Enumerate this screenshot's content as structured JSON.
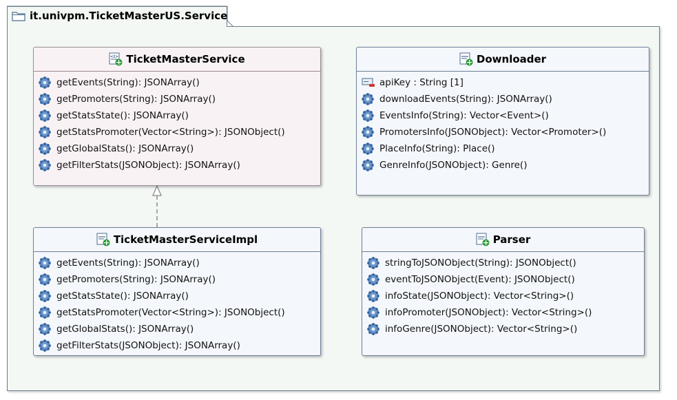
{
  "package": {
    "name": "it.univpm.TicketMasterUS.Service",
    "icon": "package-folder-icon"
  },
  "classes": {
    "ticket_master_service": {
      "name": "TicketMasterService",
      "kind": "interface",
      "operations": [
        "getEvents(String): JSONArray()",
        "getPromoters(String): JSONArray()",
        "getStatsState(): JSONArray()",
        "getStatsPromoter(Vector<String>): JSONObject()",
        "getGlobalStats(): JSONArray()",
        "getFilterStats(JSONObject): JSONArray()"
      ]
    },
    "downloader": {
      "name": "Downloader",
      "kind": "class",
      "attributes": [
        "apiKey : String [1]"
      ],
      "operations": [
        "downloadEvents(String): JSONArray()",
        "EventsInfo(String): Vector<Event>()",
        "PromotersInfo(JSONObject): Vector<Promoter>()",
        "PlaceInfo(String): Place()",
        "GenreInfo(JSONObject): Genre()"
      ]
    },
    "ticket_master_service_impl": {
      "name": "TicketMasterServiceImpl",
      "kind": "class",
      "operations": [
        "getEvents(String): JSONArray()",
        "getPromoters(String): JSONArray()",
        "getStatsState(): JSONArray()",
        "getStatsPromoter(Vector<String>): JSONObject()",
        "getGlobalStats(): JSONArray()",
        "getFilterStats(JSONObject): JSONArray()"
      ]
    },
    "parser": {
      "name": "Parser",
      "kind": "class",
      "operations": [
        "stringToJSONObject(String): JSONObject()",
        "eventToJSONObject(Event): JSONObject()",
        "infoState(JSONObject): Vector<String>()",
        "infoPromoter(JSONObject): Vector<String>()",
        "infoGenre(JSONObject): Vector<String>()"
      ]
    }
  },
  "relations": [
    {
      "type": "realization",
      "from": "TicketMasterServiceImpl",
      "to": "TicketMasterService"
    }
  ],
  "colors": {
    "package_bg": "#f3f8f4",
    "class_bg": "#f4f7fb",
    "interface_bg": "#f9f2f5",
    "border": "#6e7f95",
    "gear": "#3f6fa8",
    "add_badge": "#2e9a3a",
    "private_badge": "#d23030"
  }
}
